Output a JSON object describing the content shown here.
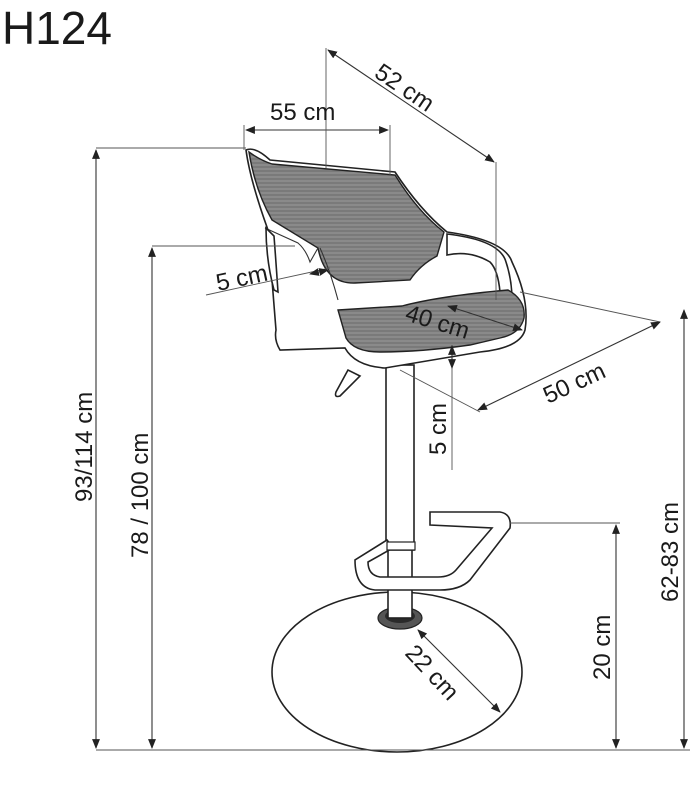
{
  "title": "H124",
  "dimensions": {
    "seat_width": "55 cm",
    "depth": "52 cm",
    "armrest_thickness": "5 cm",
    "seat_depth": "40 cm",
    "seat_diagonal": "50 cm",
    "cushion_thickness": "5 cm",
    "total_height": "93/114 cm",
    "armrest_height": "78 / 100 cm",
    "seat_height": "62-83 cm",
    "footrest_height": "20 cm",
    "column_diameter": "22 cm"
  }
}
